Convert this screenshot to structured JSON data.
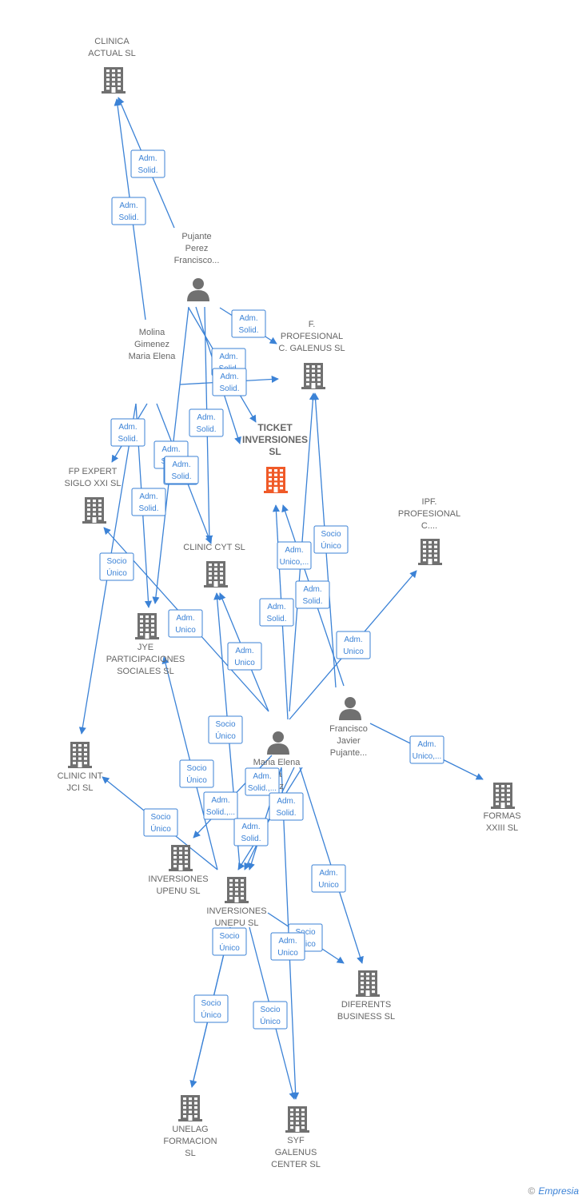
{
  "colors": {
    "edge": "#3b82d6",
    "node": "#707070",
    "focus": "#f05a28"
  },
  "nodes": [
    {
      "id": "clinica_actual",
      "kind": "company",
      "label": [
        "CLINICA",
        "ACTUAL  SL"
      ]
    },
    {
      "id": "pujante_perez",
      "kind": "person",
      "label": [
        "Pujante",
        "Perez",
        "Francisco..."
      ]
    },
    {
      "id": "molina",
      "kind": "person",
      "label": [
        "Molina",
        "Gimenez",
        "Maria Elena"
      ]
    },
    {
      "id": "fp_galenus",
      "kind": "company",
      "label": [
        "F.",
        "PROFESIONAL",
        "C. GALENUS SL"
      ]
    },
    {
      "id": "ticket",
      "kind": "focus",
      "label": [
        "TICKET",
        "INVERSIONES",
        "SL"
      ]
    },
    {
      "id": "fp_expert",
      "kind": "company",
      "label": [
        "FP EXPERT",
        "SIGLO XXI  SL"
      ]
    },
    {
      "id": "ipf",
      "kind": "company",
      "label": [
        "IPF.",
        "PROFESIONAL",
        "C...."
      ]
    },
    {
      "id": "clinic_cyt",
      "kind": "company",
      "label": [
        "CLINIC CYT  SL"
      ]
    },
    {
      "id": "jye",
      "kind": "company",
      "label": [
        "JYE",
        "PARTICIPACIONES",
        "SOCIALES  SL"
      ]
    },
    {
      "id": "francisco",
      "kind": "person",
      "label": [
        "Francisco",
        "Javier",
        "Pujante..."
      ]
    },
    {
      "id": "maria_elena",
      "kind": "person",
      "label": [
        "Maria Elena",
        "na",
        "nez"
      ]
    },
    {
      "id": "clinic_int",
      "kind": "company",
      "label": [
        "CLINIC INT",
        "JCI SL"
      ]
    },
    {
      "id": "formas",
      "kind": "company",
      "label": [
        "FORMAS",
        "XXIII  SL"
      ]
    },
    {
      "id": "upenu",
      "kind": "company",
      "label": [
        "INVERSIONES",
        "UPENU  SL"
      ]
    },
    {
      "id": "unepu",
      "kind": "company",
      "label": [
        "INVERSIONES",
        "UNEPU SL"
      ]
    },
    {
      "id": "diferents",
      "kind": "company",
      "label": [
        "DIFERENTS",
        "BUSINESS  SL"
      ]
    },
    {
      "id": "unelag",
      "kind": "company",
      "label": [
        "UNELAG",
        "FORMACION",
        "SL"
      ]
    },
    {
      "id": "syf",
      "kind": "company",
      "label": [
        "SYF",
        "GALENUS",
        "CENTER  SL"
      ]
    }
  ],
  "edges": [
    {
      "label": [
        "Adm.",
        "Solid."
      ]
    },
    {
      "label": [
        "Adm.",
        "Solid."
      ]
    },
    {
      "label": [
        "Adm.",
        "Solid."
      ]
    },
    {
      "label": [
        "Adm.",
        "Solid."
      ]
    },
    {
      "label": [
        "Adm.",
        "Solid."
      ]
    },
    {
      "label": [
        "Adm.",
        "Solid."
      ]
    },
    {
      "label": [
        "Adm.",
        "Solid."
      ]
    },
    {
      "label": [
        "Adm.",
        "Solid."
      ]
    },
    {
      "label": [
        "Adm.",
        "Solid.,..."
      ]
    },
    {
      "label": [
        "Adm.",
        "Solid."
      ]
    },
    {
      "label": [
        "Adm.",
        "Solid."
      ]
    },
    {
      "label": [
        "Socio",
        "Único"
      ]
    },
    {
      "label": [
        "Adm.",
        "Unico,..."
      ]
    },
    {
      "label": [
        "Socio",
        "Único"
      ]
    },
    {
      "label": [
        "Adm.",
        "Solid."
      ]
    },
    {
      "label": [
        "Adm.",
        "Solid."
      ]
    },
    {
      "label": [
        "Adm.",
        "Unico"
      ]
    },
    {
      "label": [
        "Adm.",
        "Unico,..."
      ]
    },
    {
      "label": [
        "Adm.",
        "Unico"
      ]
    },
    {
      "label": [
        "Adm.",
        "Unico"
      ]
    },
    {
      "label": [
        "Socio",
        "Único"
      ]
    },
    {
      "label": [
        "Socio",
        "Único"
      ]
    },
    {
      "label": [
        "Socio",
        "Único"
      ]
    },
    {
      "label": [
        "Adm.",
        "Solid.,..."
      ]
    },
    {
      "label": [
        "Adm.",
        "Solid.,..."
      ]
    },
    {
      "label": [
        "Adm.",
        "Solid."
      ]
    },
    {
      "label": [
        "Adm.",
        "Solid."
      ]
    },
    {
      "label": [
        "Adm.",
        "Unico"
      ]
    },
    {
      "label": [
        "Socio",
        "Único"
      ]
    },
    {
      "label": [
        "Adm.",
        "Unico"
      ]
    },
    {
      "label": [
        "Socio",
        "Único"
      ]
    },
    {
      "label": [
        "Socio",
        "Único"
      ]
    },
    {
      "label": [
        "Socio",
        "Único"
      ]
    }
  ],
  "footer": {
    "copyright": "©",
    "brand": "Empresia"
  }
}
